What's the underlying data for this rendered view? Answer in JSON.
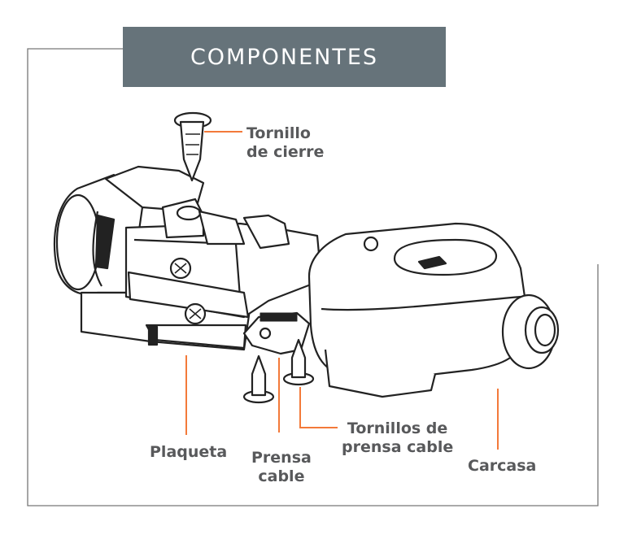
{
  "title": "COMPONENTES",
  "colors": {
    "header_bg": "#66737a",
    "leader": "#f37a3a",
    "label_text": "#58595b",
    "frame": "#777777"
  },
  "labels": {
    "tornillo_cierre": [
      "Tornillo",
      "de cierre"
    ],
    "plaqueta": "Plaqueta",
    "prensa_cable": [
      "Prensa",
      "cable"
    ],
    "tornillos_prensa": [
      "Tornillos de",
      "prensa cable"
    ],
    "carcasa": "Carcasa"
  }
}
